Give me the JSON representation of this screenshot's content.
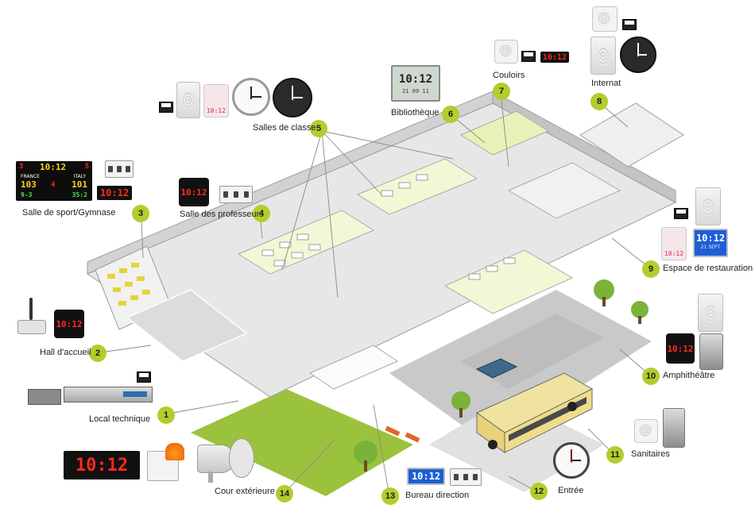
{
  "callouts": [
    {
      "n": "1",
      "label": "Local technique"
    },
    {
      "n": "2",
      "label": "Hall d'accueil"
    },
    {
      "n": "3",
      "label": "Salle de sport/Gymnase"
    },
    {
      "n": "4",
      "label": "Salle des professeurs"
    },
    {
      "n": "5",
      "label": "Salles de classe"
    },
    {
      "n": "6",
      "label": "Bibliothèque"
    },
    {
      "n": "7",
      "label": "Couloirs"
    },
    {
      "n": "8",
      "label": "Internat"
    },
    {
      "n": "9",
      "label": "Espace de restauration"
    },
    {
      "n": "10",
      "label": "Amphithéâtre"
    },
    {
      "n": "11",
      "label": "Sanitaires"
    },
    {
      "n": "12",
      "label": "Entrée"
    },
    {
      "n": "13",
      "label": "Bureau direction"
    },
    {
      "n": "14",
      "label": "Cour extérieure"
    }
  ],
  "displays": {
    "clock_time": "10:12",
    "library_time": "10:12",
    "library_date": "21 09 11",
    "restaurant_date": "21 SEPT",
    "scoreboard": {
      "team_left": "FRANCE",
      "team_right": "ITALY",
      "score_left": "103",
      "score_right": "101",
      "period": "4",
      "clock": "10:12",
      "left_small": "9-3",
      "right_small": "35:2",
      "top_left": "3",
      "top_right": "5"
    }
  },
  "colors": {
    "accent": "#b4cc2c",
    "led_red": "#ff2a1a",
    "led_green": "#4fe04f",
    "led_yellow": "#ffd21a",
    "lcd_blue": "#1c5fd6"
  }
}
